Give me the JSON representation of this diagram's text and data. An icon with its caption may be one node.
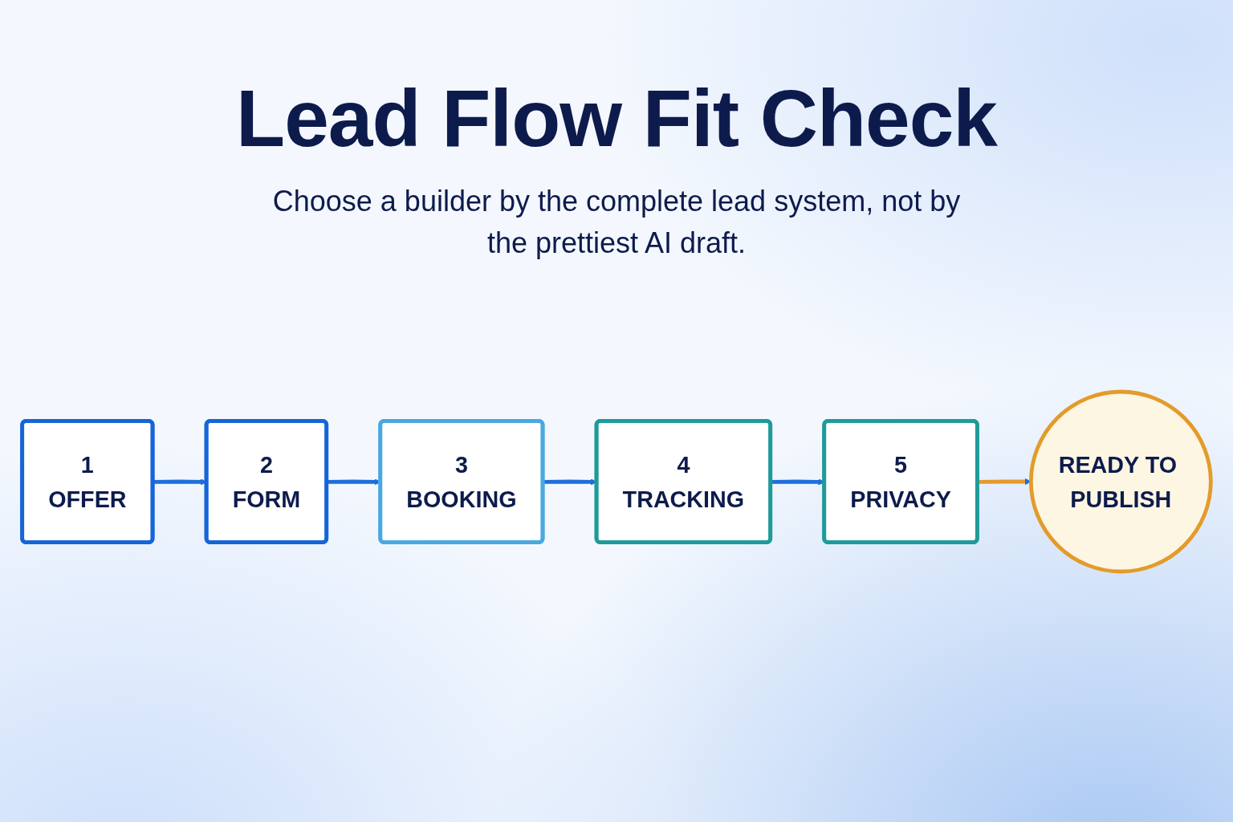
{
  "diagram": {
    "title": "Lead Flow Fit Check",
    "nodes": [
      {
        "text": [
          "1",
          "OFFER"
        ]
      },
      {
        "text": [
          "2",
          "FORM"
        ]
      },
      {
        "text": [
          "3",
          "BOOKING"
        ]
      },
      {
        "text": [
          "4",
          "TRACKING"
        ]
      },
      {
        "text": [
          "5",
          "PRIVACY"
        ]
      },
      {
        "text": [
          "READY TO PUBLISH"
        ]
      }
    ],
    "edges": [
      {
        "from": 0,
        "to": 1,
        "arrow": "to"
      },
      {
        "from": 1,
        "to": 2,
        "arrow": "to"
      },
      {
        "from": 2,
        "to": 3,
        "arrow": "to"
      },
      {
        "from": 3,
        "to": 4,
        "arrow": "to"
      },
      {
        "from": 4,
        "to": 5,
        "arrow": "to",
        "color": "#e39b2b"
      }
    ],
    "labels": [
      "Choose a builder by the complete lead system, not by the prettiest AI draft."
    ]
  }
}
